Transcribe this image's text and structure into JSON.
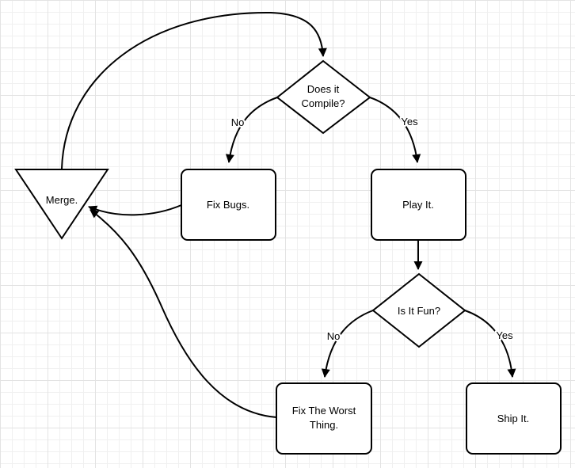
{
  "diagram": {
    "nodes": {
      "merge": {
        "shape": "triangle",
        "label": "Merge."
      },
      "does_it_compile": {
        "shape": "diamond",
        "line1": "Does it",
        "line2": "Compile?"
      },
      "fix_bugs": {
        "shape": "rectangle",
        "label": "Fix Bugs."
      },
      "play_it": {
        "shape": "rectangle",
        "label": "Play It."
      },
      "is_it_fun": {
        "shape": "diamond",
        "label": "Is It Fun?"
      },
      "fix_the_worst_thing": {
        "shape": "rectangle",
        "line1": "Fix The Worst",
        "line2": "Thing."
      },
      "ship_it": {
        "shape": "rectangle",
        "label": "Ship It."
      }
    },
    "edge_labels": {
      "compile_no": "No",
      "compile_yes": "Yes",
      "fun_no": "No",
      "fun_yes": "Yes"
    },
    "colors": {
      "stroke": "#000000",
      "node_fill": "#ffffff",
      "text": "#000000",
      "background": "#ffffff",
      "grid_minor": "#f0f0f0",
      "grid_major": "#e3e3e3"
    }
  }
}
